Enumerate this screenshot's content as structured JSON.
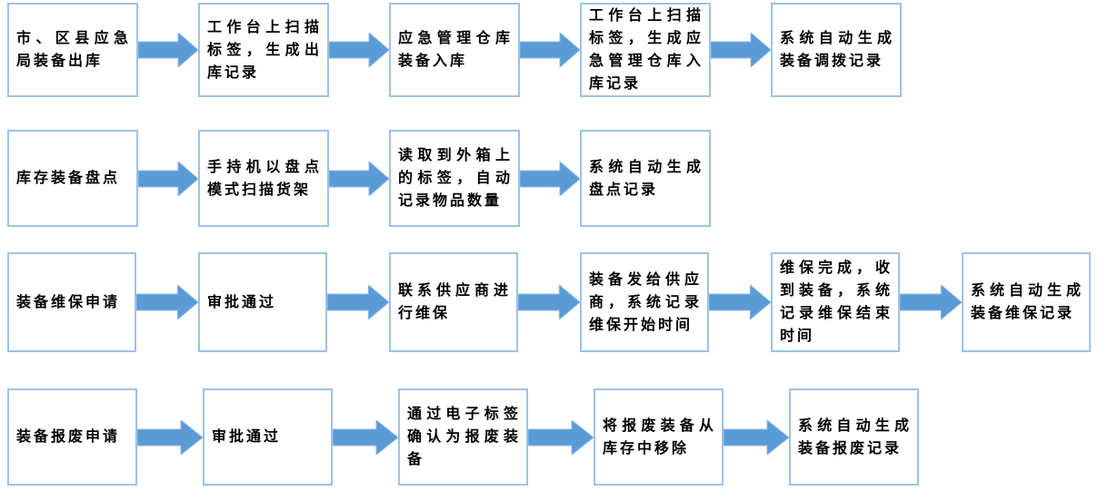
{
  "diagram": {
    "colors": {
      "arrow": "#5B9BD5",
      "arrow_edge": "#8FB9E3",
      "box_border": "#9DC3E6",
      "text": "#000000",
      "background": "#FFFFFF"
    },
    "rows": [
      {
        "name": "equipment-transfer-flow",
        "steps": [
          "市、区县应急局装备出库",
          "工作台上扫描标签，生成出库记录",
          "应急管理仓库装备入库",
          "工作台上扫描标签，生成应急管理仓库入库记录",
          "系统自动生成装备调拨记录"
        ]
      },
      {
        "name": "inventory-count-flow",
        "steps": [
          "库存装备盘点",
          "手持机以盘点模式扫描货架",
          "读取到外箱上的标签，自动记录物品数量",
          "系统自动生成盘点记录"
        ]
      },
      {
        "name": "maintenance-flow",
        "steps": [
          "装备维保申请",
          "审批通过",
          "联系供应商进行维保",
          "装备发给供应商，系统记录维保开始时间",
          "维保完成，收到装备，系统记录维保结束时间",
          "系统自动生成装备维保记录"
        ]
      },
      {
        "name": "scrap-flow",
        "steps": [
          "装备报废申请",
          "审批通过",
          "通过电子标签确认为报废装备",
          "将报废装备从库存中移除",
          "系统自动生成装备报废记录"
        ]
      }
    ]
  }
}
